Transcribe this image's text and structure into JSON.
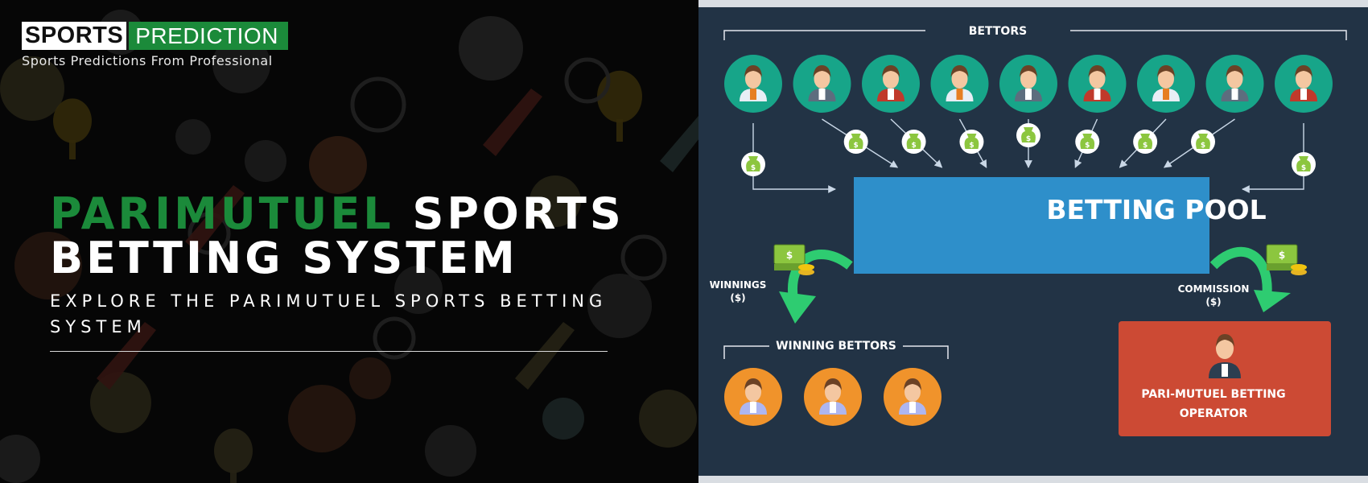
{
  "brand": {
    "logo_word1": "SPORTS",
    "logo_word2": "PREDICTION",
    "tagline": "Sports Predictions From Professional",
    "green": "#1b8a3a"
  },
  "hero": {
    "title_highlight": "PARIMUTUEL",
    "title_rest": " SPORTS BETTING SYSTEM",
    "subtitle": "EXPLORE THE PARIMUTUEL SPORTS BETTING SYSTEM"
  },
  "diagram": {
    "bettors_label": "BETTORS",
    "bettor_count": 9,
    "pool_label": "BETTING POOL",
    "winnings_label": "WINNINGS\n($)",
    "commission_label": "COMMISSION\n($)",
    "winning_bettors_label": "WINNING BETTORS",
    "winning_bettor_count": 3,
    "operator_label": "PARI-MUTUEL BETTING\nOPERATOR",
    "money_symbol": "$",
    "colors": {
      "background": "#223345",
      "bettor_circle": "#17a589",
      "winner_circle": "#f0932b",
      "pool": "#2e8fca",
      "operator": "#cc4a34",
      "money_bag": "#8cc63f",
      "arrow": "#2ecc71"
    }
  }
}
